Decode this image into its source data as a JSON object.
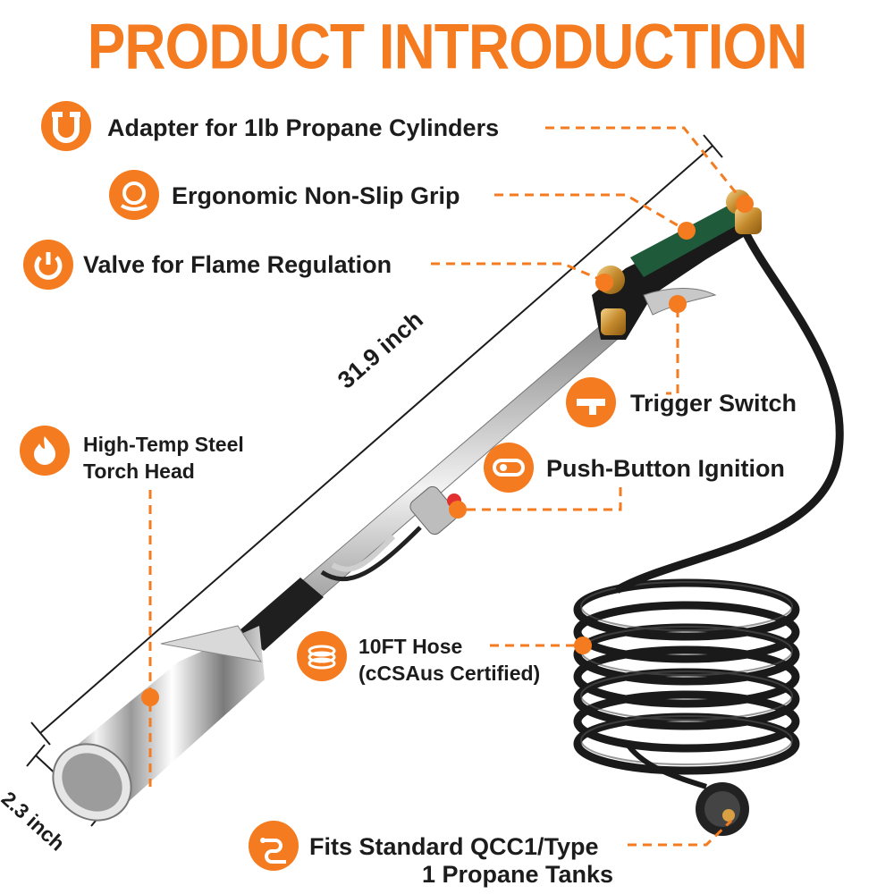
{
  "title": "PRODUCT INTRODUCTION",
  "features": {
    "adapter": "Adapter for 1lb Propane Cylinders",
    "grip": "Ergonomic Non-Slip Grip",
    "valve": "Valve for Flame Regulation",
    "trigger": "Trigger Switch",
    "ignition": "Push-Button Ignition",
    "torch_head_line1": "High-Temp Steel",
    "torch_head_line2": "Torch Head",
    "hose_line1": "10FT Hose",
    "hose_line2": "(cCSAus Certified)",
    "tanks_line1": "Fits Standard QCC1/Type",
    "tanks_line2": "1 Propane Tanks"
  },
  "dimensions": {
    "length": "31.9 inch",
    "diameter": "2.3 inch"
  },
  "colors": {
    "accent": "#f47b20",
    "text": "#1c1c1c",
    "grip_green": "#1f5a3a",
    "hose": "#1a1a1a"
  },
  "icons": {
    "adapter": "pipe-adapter-icon",
    "grip": "hand-grip-icon",
    "valve": "power-knob-icon",
    "trigger": "pipe-fitting-icon",
    "ignition": "push-button-icon",
    "torch_head": "flame-icon",
    "hose": "coil-icon",
    "tanks": "connector-icon"
  }
}
